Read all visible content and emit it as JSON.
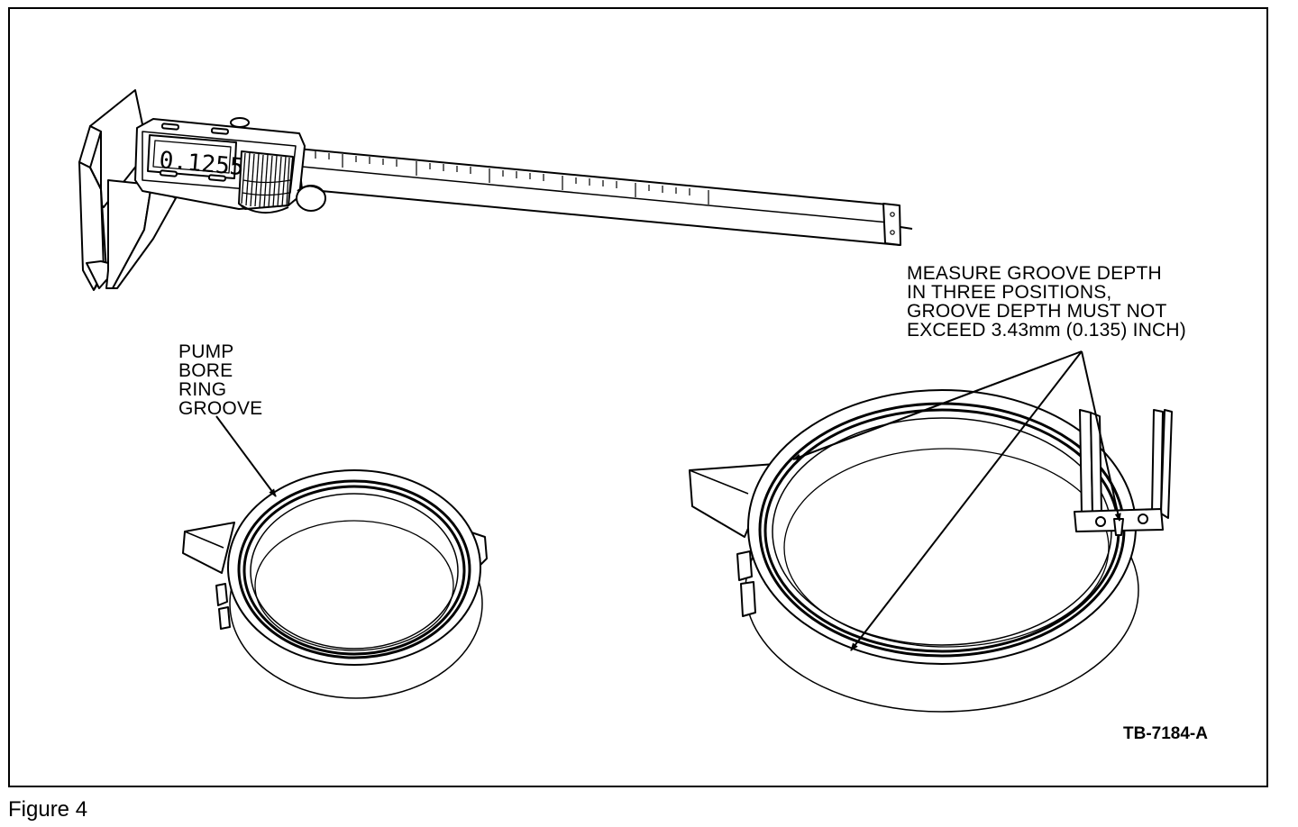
{
  "figure": {
    "caption": "Figure 4",
    "code": "TB-7184-A"
  },
  "caliper": {
    "display_reading": "0.1255"
  },
  "labels": {
    "pump_bore_ring_groove": [
      "PUMP",
      "BORE",
      "RING",
      "GROOVE"
    ],
    "measure_instructions": [
      "MEASURE GROOVE DEPTH",
      "IN THREE POSITIONS,",
      "GROOVE DEPTH MUST NOT",
      "EXCEED 3.43mm (0.135) INCH)"
    ]
  }
}
